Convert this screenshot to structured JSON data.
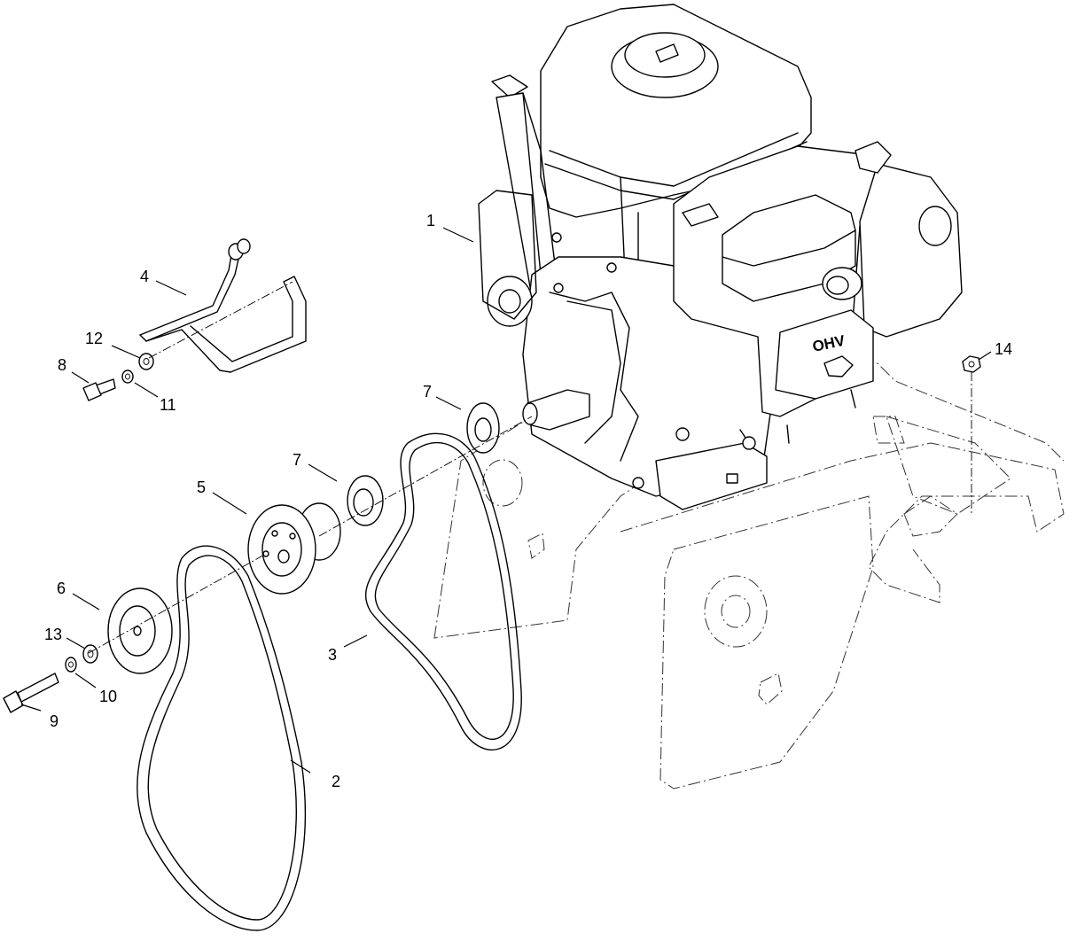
{
  "callouts": [
    {
      "id": "c1",
      "label": "1"
    },
    {
      "id": "c2",
      "label": "2"
    },
    {
      "id": "c3",
      "label": "3"
    },
    {
      "id": "c4",
      "label": "4"
    },
    {
      "id": "c5",
      "label": "5"
    },
    {
      "id": "c6",
      "label": "6"
    },
    {
      "id": "c7a",
      "label": "7"
    },
    {
      "id": "c7b",
      "label": "7"
    },
    {
      "id": "c8",
      "label": "8"
    },
    {
      "id": "c9",
      "label": "9"
    },
    {
      "id": "c10",
      "label": "10"
    },
    {
      "id": "c11",
      "label": "11"
    },
    {
      "id": "c12",
      "label": "12"
    },
    {
      "id": "c13",
      "label": "13"
    },
    {
      "id": "c14",
      "label": "14"
    }
  ],
  "engine_badge": "OHV"
}
